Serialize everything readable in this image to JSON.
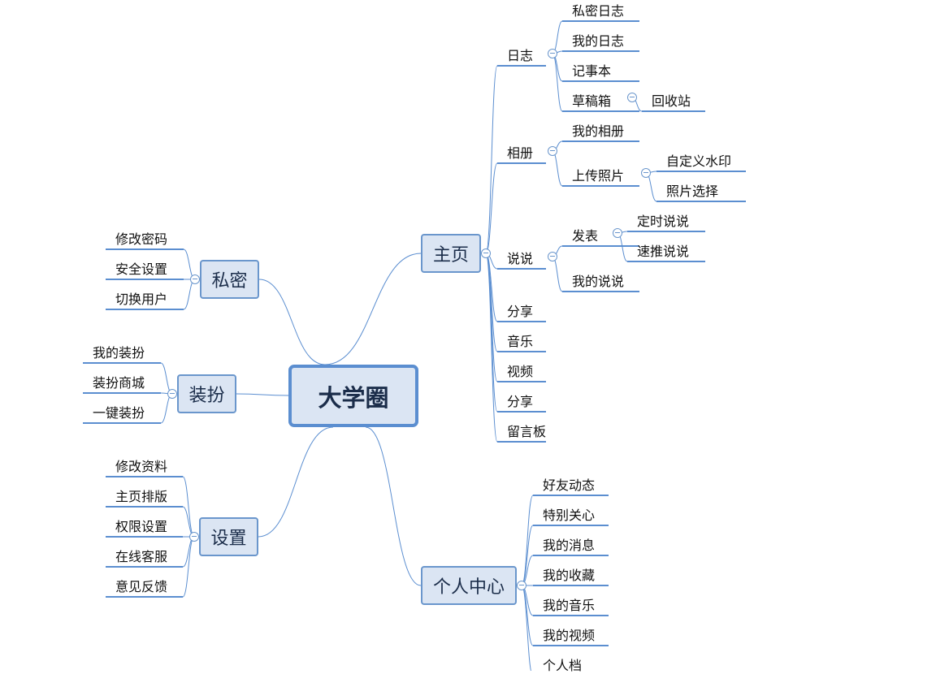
{
  "mindmap": {
    "root": "大学圈",
    "branches": {
      "home": {
        "label": "主页",
        "items": {
          "diary": {
            "label": "日志",
            "children": [
              "私密日志",
              "我的日志",
              "记事本"
            ],
            "drafts": {
              "label": "草稿箱",
              "child": "回收站"
            }
          },
          "album": {
            "label": "相册",
            "child": "我的相册",
            "upload": {
              "label": "上传照片",
              "children": [
                "自定义水印",
                "照片选择"
              ]
            }
          },
          "talk": {
            "label": "说说",
            "publish": {
              "label": "发表",
              "children": [
                "定时说说",
                "速推说说"
              ]
            },
            "child": "我的说说"
          },
          "others": [
            "分享",
            "音乐",
            "视频",
            "分享",
            "留言板"
          ]
        }
      },
      "privacy": {
        "label": "私密",
        "items": [
          "修改密码",
          "安全设置",
          "切换用户"
        ]
      },
      "dressup": {
        "label": "装扮",
        "items": [
          "我的装扮",
          "装扮商城",
          "一键装扮"
        ]
      },
      "settings": {
        "label": "设置",
        "items": [
          "修改资料",
          "主页排版",
          "权限设置",
          "在线客服",
          "意见反馈"
        ]
      },
      "personal": {
        "label": "个人中心",
        "items": [
          "好友动态",
          "特别关心",
          "我的消息",
          "我的收藏",
          "我的音乐",
          "我的视频",
          "个人档"
        ]
      }
    }
  },
  "colors": {
    "line": "#5b8ed0",
    "underline": "#5b8ed0",
    "node_fill": "#dbe5f3",
    "node_border": "#6a96cc"
  }
}
